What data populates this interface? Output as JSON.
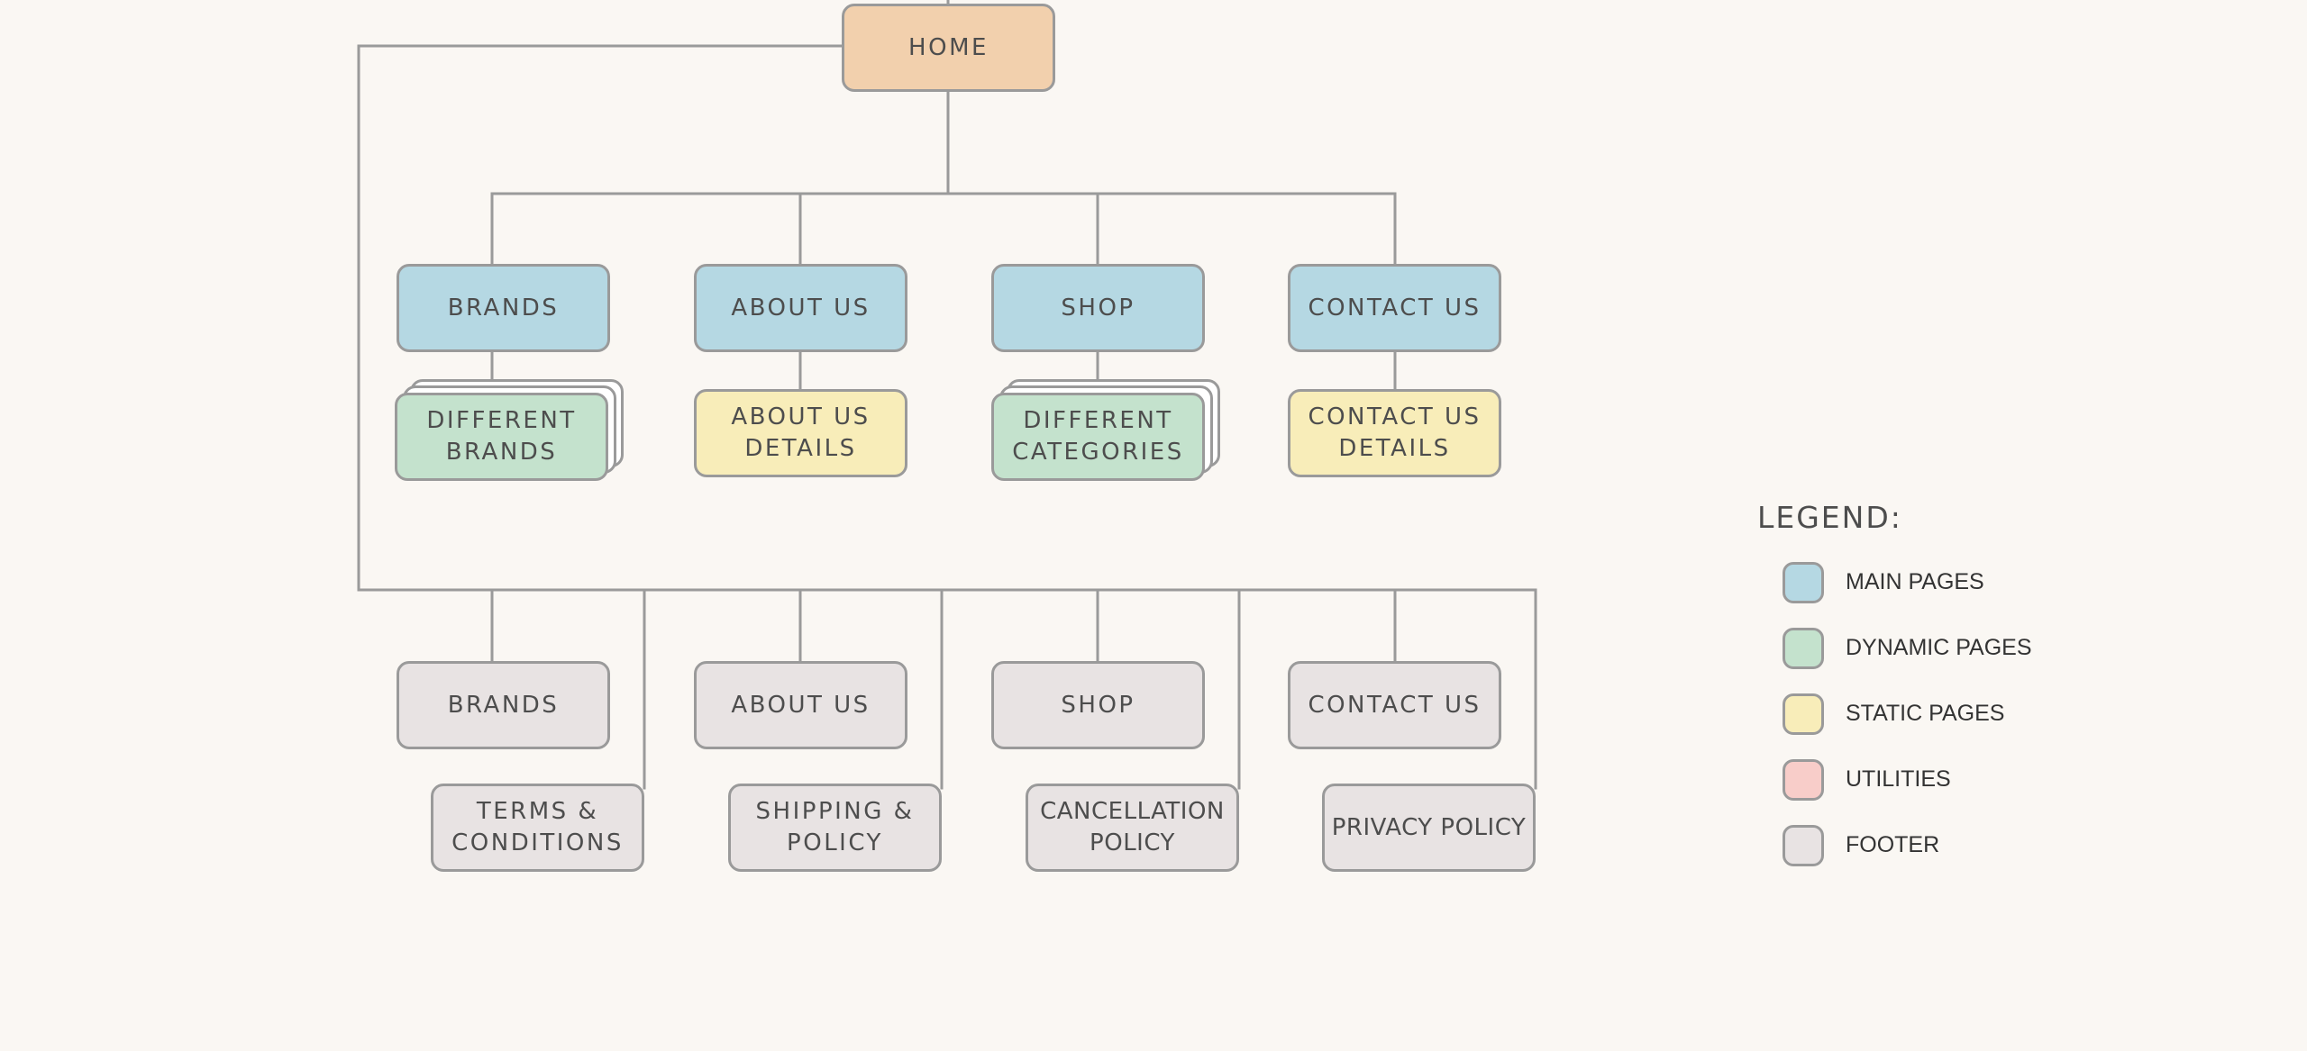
{
  "diagram": {
    "home": "HOME",
    "main_pages": {
      "brands": "BRANDS",
      "about_us": "ABOUT US",
      "shop": "SHOP",
      "contact_us": "CONTACT US"
    },
    "sub_pages": {
      "different_brands": "DIFFERENT\nBRANDS",
      "about_us_details": "ABOUT US\nDETAILS",
      "different_categories": "DIFFERENT\nCATEGORIES",
      "contact_us_details": "CONTACT US\nDETAILS"
    },
    "footer": {
      "brands": "BRANDS",
      "about_us": "ABOUT US",
      "shop": "SHOP",
      "contact_us": "CONTACT US",
      "terms_conditions": "TERMS &\nCONDITIONS",
      "shipping_policy": "SHIPPING &\nPOLICY",
      "cancellation_policy": "CANCELLATION\nPOLICY",
      "privacy_policy": "PRIVACY POLICY"
    }
  },
  "legend": {
    "title": "LEGEND:",
    "items": [
      {
        "label": "MAIN PAGES",
        "color": "#b5d8e3"
      },
      {
        "label": "DYNAMIC PAGES",
        "color": "#c4e2cd"
      },
      {
        "label": "STATIC PAGES",
        "color": "#f8edb9"
      },
      {
        "label": "UTILITIES",
        "color": "#f8cdc9"
      },
      {
        "label": "FOOTER",
        "color": "#e8e3e3"
      }
    ]
  },
  "colors": {
    "background": "#faf7f3",
    "line": "#9a9a9a",
    "home": "#f2d0ad",
    "main": "#b5d8e3",
    "dynamic": "#c4e2cd",
    "static": "#f8edb9",
    "utilities": "#f8cdc9",
    "footer": "#e8e3e3"
  }
}
